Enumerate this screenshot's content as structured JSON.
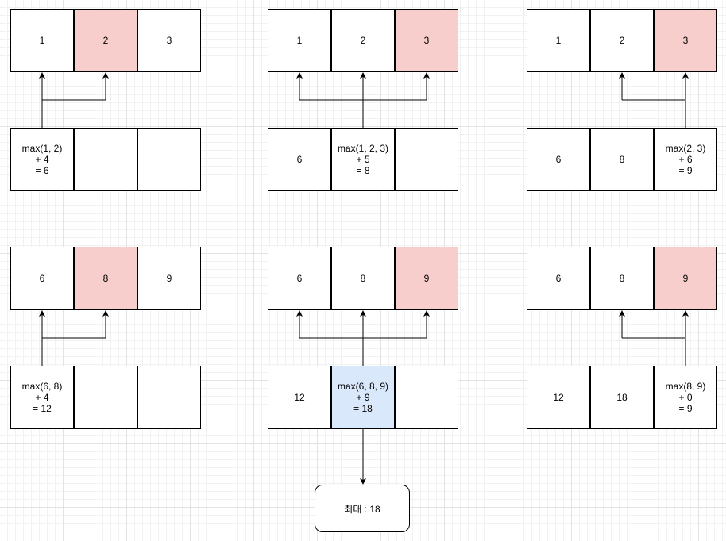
{
  "steps": [
    {
      "top_cells": [
        "1",
        "2",
        "3"
      ],
      "top_highlight": 1,
      "bottom_cells": [
        "max(1, 2)\n+ 4\n= 6",
        "",
        ""
      ],
      "active": 0,
      "sources": [
        0,
        1
      ]
    },
    {
      "top_cells": [
        "1",
        "2",
        "3"
      ],
      "top_highlight": 2,
      "bottom_cells": [
        "6",
        "max(1, 2, 3)\n+ 5\n= 8",
        ""
      ],
      "active": 1,
      "sources": [
        0,
        1,
        2
      ]
    },
    {
      "top_cells": [
        "1",
        "2",
        "3"
      ],
      "top_highlight": 2,
      "bottom_cells": [
        "6",
        "8",
        "max(2, 3)\n+ 6\n= 9"
      ],
      "active": 2,
      "sources": [
        1,
        2
      ]
    },
    {
      "top_cells": [
        "6",
        "8",
        "9"
      ],
      "top_highlight": 1,
      "bottom_cells": [
        "max(6, 8)\n+ 4\n= 12",
        "",
        ""
      ],
      "active": 0,
      "sources": [
        0,
        1
      ]
    },
    {
      "top_cells": [
        "6",
        "8",
        "9"
      ],
      "top_highlight": 2,
      "bottom_cells": [
        "12",
        "max(6, 8, 9)\n+ 9\n= 18",
        ""
      ],
      "active": 1,
      "sources": [
        0,
        1,
        2
      ],
      "active_fill": "blue"
    },
    {
      "top_cells": [
        "6",
        "8",
        "9"
      ],
      "top_highlight": 2,
      "bottom_cells": [
        "12",
        "18",
        "max(8, 9)\n+ 0\n= 9"
      ],
      "active": 2,
      "sources": [
        1,
        2
      ]
    }
  ],
  "result": {
    "label": "최대 : 18",
    "from_step": 4
  },
  "colors": {
    "highlight": "#f8cecc",
    "active_blue": "#dae8fc",
    "stroke": "#000000"
  }
}
